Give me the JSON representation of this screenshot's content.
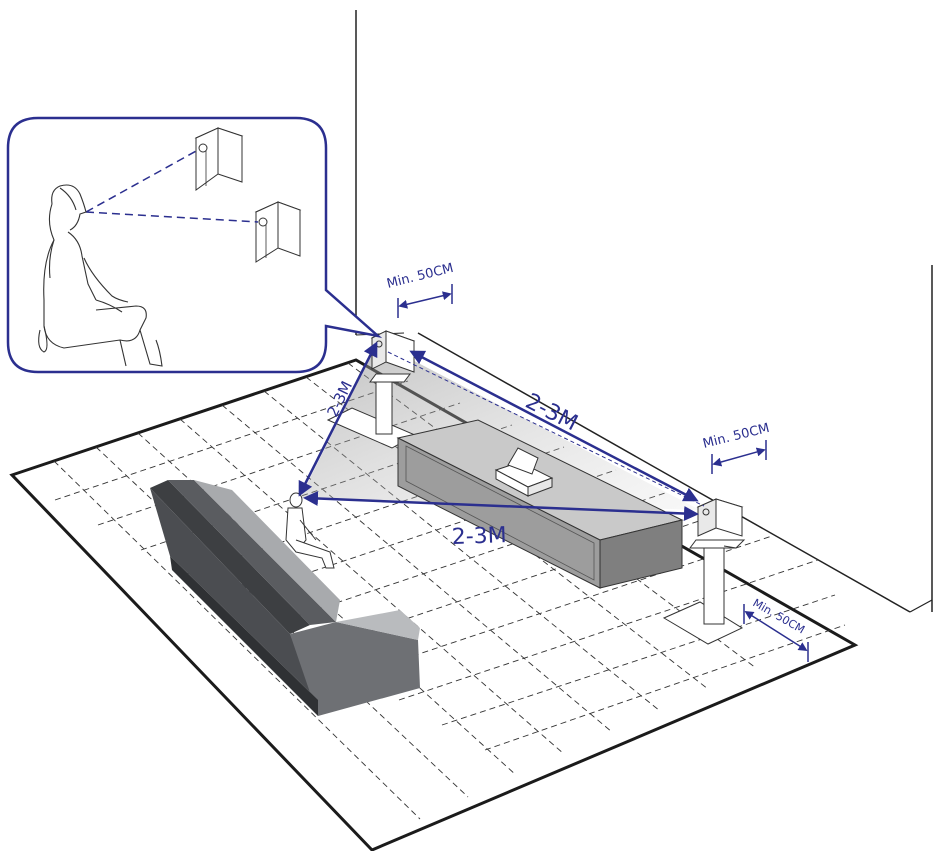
{
  "labels": {
    "left_clearance": "Min. 50CM",
    "right_clearance": "Min. 50CM",
    "floor_clearance": "Min. 50CM",
    "speaker_to_speaker": "2-3M",
    "listener_to_right_speaker": "2-3M",
    "listener_to_left_speaker": "2-3M"
  },
  "colors": {
    "arrow": "#2b2f8f",
    "line": "#222222",
    "sofa_dark": "#4b4d51",
    "sofa_light": "#8d8f92",
    "cabinet": "#9a9a9a",
    "callout_border": "#2b2f8f"
  },
  "icons": {
    "listener": "seated-person-icon",
    "speaker": "speaker-icon",
    "stand": "speaker-stand-icon",
    "sofa": "sofa-icon",
    "tv_cabinet": "tv-cabinet-icon",
    "device": "audio-device-icon"
  }
}
